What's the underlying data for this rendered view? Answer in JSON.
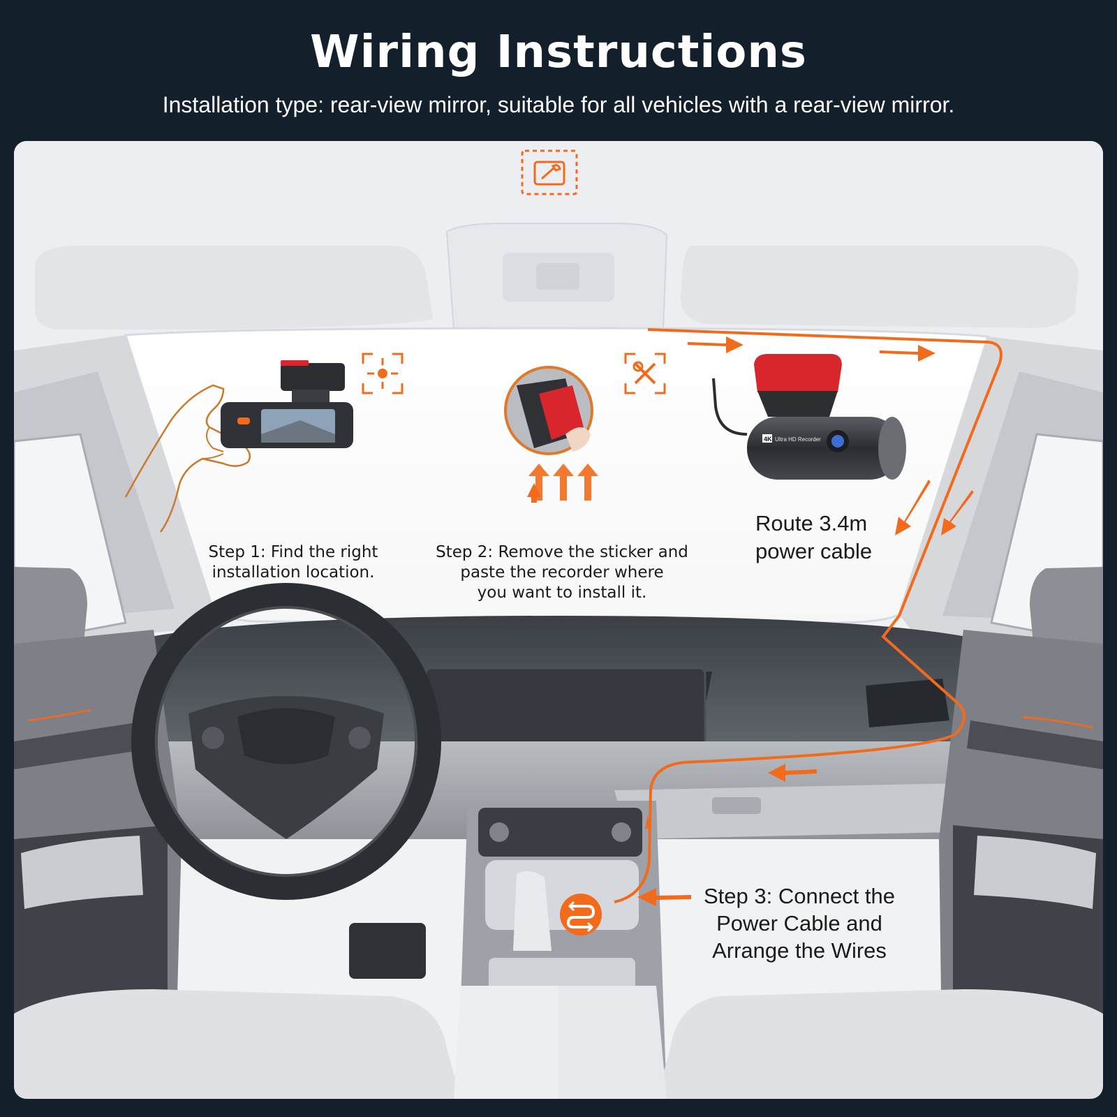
{
  "header": {
    "title": "Wiring Instructions",
    "subtitle": "Installation type: rear-view mirror, suitable for all vehicles with a rear-view mirror."
  },
  "steps": {
    "step1": [
      "Step 1: Find the right",
      "installation location."
    ],
    "step2": [
      "Step 2: Remove the sticker and",
      "paste the recorder where",
      "you want to install it."
    ],
    "route": [
      "Route 3.4m",
      "power cable"
    ],
    "step3": [
      "Step 3: Connect the",
      "Power Cable and",
      "Arrange the Wires"
    ]
  },
  "device": {
    "badge": "4K",
    "model_text": "Ultra HD Recorder"
  },
  "icons": [
    "tool-icon",
    "target-icon",
    "tools-cross-icon",
    "cable-route-icon"
  ],
  "colors": {
    "accent": "#f26a1b",
    "background": "#13202c",
    "mount_red": "#d8262c"
  }
}
